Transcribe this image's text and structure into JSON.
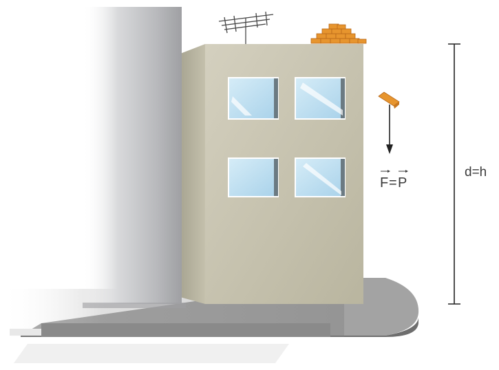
{
  "labels": {
    "force_F": "F",
    "equals": "=",
    "force_P": "P",
    "distance": "d=h"
  },
  "colors": {
    "building_front": "#cfcbb8",
    "building_side": "#bdb9a5",
    "window_glass": "#bfe0f0",
    "window_frame": "#ffffff",
    "brick": "#e7952e",
    "ground": "#9a9a9a",
    "arrow": "#222222",
    "pillar": "#a9aaad"
  },
  "icons": [
    "antenna-icon",
    "brick-pile-icon",
    "falling-brick-icon",
    "down-arrow-icon"
  ]
}
